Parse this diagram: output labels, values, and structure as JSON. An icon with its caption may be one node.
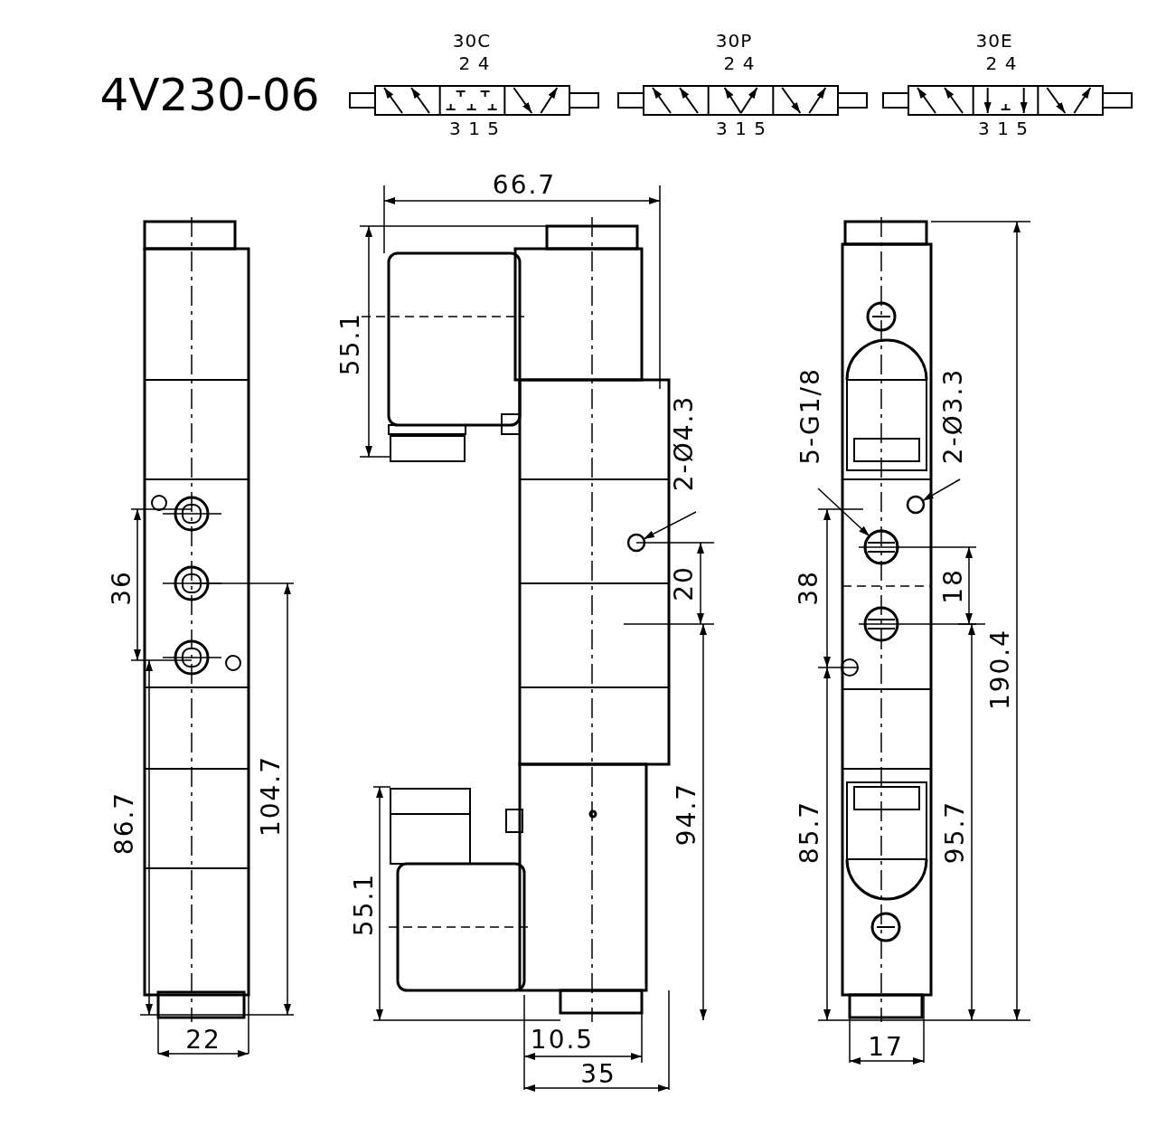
{
  "diagram": {
    "title": "4V230-06",
    "nodes": [
      {
        "text": [
          "2-Ø4.3"
        ]
      },
      {
        "text": [],
        "shape": "circle"
      },
      {
        "text": [
          "5-G1/8"
        ]
      },
      {
        "text": [],
        "shape": "circle"
      },
      {
        "text": [
          "2-Ø3.3"
        ]
      },
      {
        "text": [],
        "shape": "circle"
      }
    ],
    "edges": [
      {
        "from": 0,
        "to": 1,
        "arrow": "to"
      },
      {
        "from": 2,
        "to": 3,
        "arrow": "to"
      },
      {
        "from": 4,
        "to": 5,
        "arrow": "to"
      }
    ],
    "labels": [
      "30C",
      "2 4",
      "3 1 5",
      "30P",
      "2 4",
      "3 1 5",
      "30E",
      "2 4",
      "3 1 5",
      "66.7",
      "55.1",
      "36",
      "20",
      "38",
      "18",
      "190.4",
      "86.7",
      "104.7",
      "94.7",
      "85.7",
      "95.7",
      "55.1",
      "22",
      "10.5",
      "35",
      "17"
    ]
  }
}
